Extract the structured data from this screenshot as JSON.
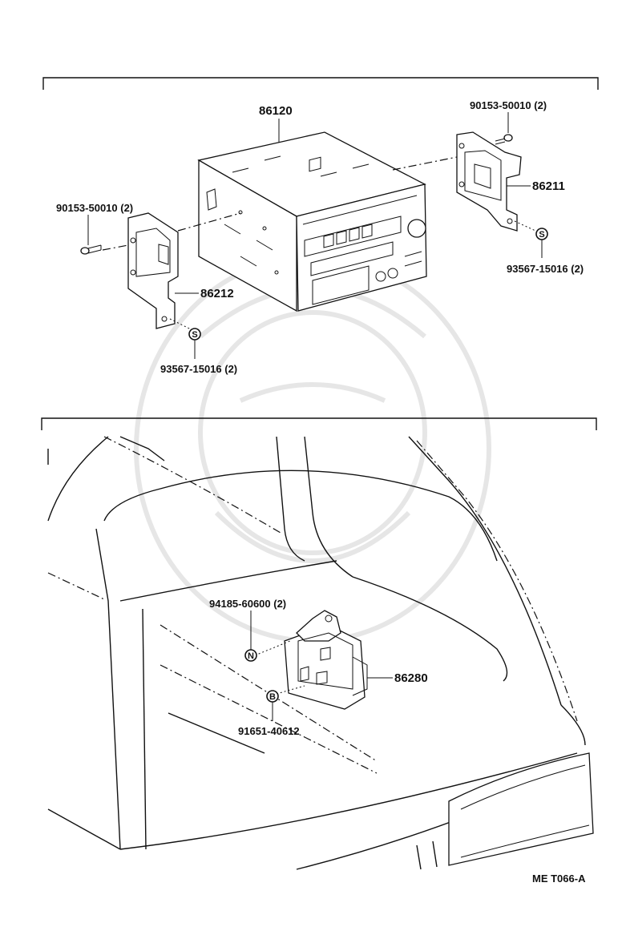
{
  "diagram_code": "ME T066-A",
  "top_section": {
    "radio_unit": {
      "part_number": "86120"
    },
    "bracket_left": {
      "part_number": "86212"
    },
    "bracket_right": {
      "part_number": "86211"
    },
    "screw_left": {
      "part_number": "90153-50010 (2)"
    },
    "screw_right": {
      "part_number": "90153-50010 (2)"
    },
    "washer_left": {
      "part_number": "93567-15016 (2)",
      "symbol": "S"
    },
    "washer_right": {
      "part_number": "93567-15016 (2)",
      "symbol": "S"
    }
  },
  "bottom_section": {
    "amplifier": {
      "part_number": "86280"
    },
    "nut": {
      "part_number": "94185-60600 (2)",
      "symbol": "N"
    },
    "bolt": {
      "part_number": "91651-40612",
      "symbol": "B"
    }
  }
}
